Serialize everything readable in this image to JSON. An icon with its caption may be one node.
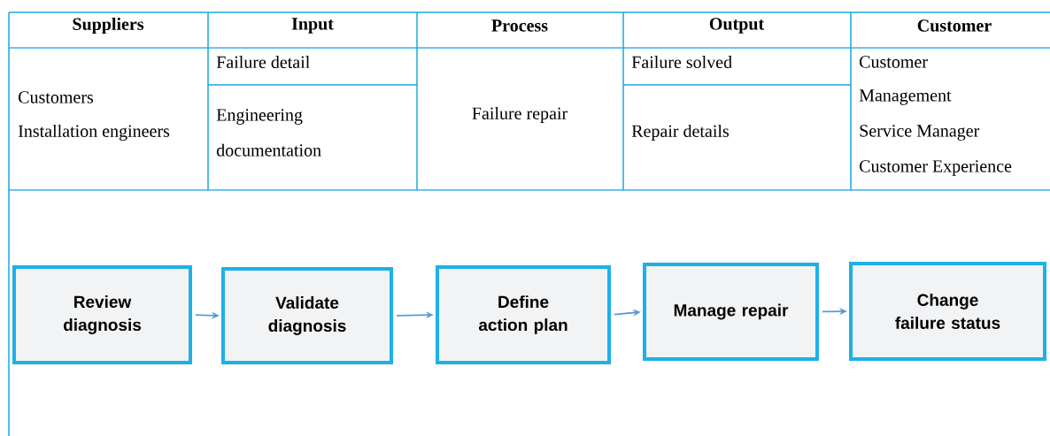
{
  "diagram": {
    "nodes": [
      {
        "text": [
          "Review diagnosis"
        ]
      },
      {
        "text": [
          "Validate diagnosis"
        ]
      },
      {
        "text": [
          "Define action plan"
        ]
      },
      {
        "text": [
          "Manage repair"
        ]
      },
      {
        "text": [
          "Change failure status"
        ]
      }
    ],
    "edges": [
      {
        "from": 0,
        "to": 1,
        "arrow": "to"
      },
      {
        "from": 1,
        "to": 2,
        "arrow": "to"
      },
      {
        "from": 2,
        "to": 3,
        "arrow": "to"
      },
      {
        "from": 3,
        "to": 4,
        "arrow": "to"
      }
    ],
    "labels": [
      "Suppliers",
      "Input",
      "Process",
      "Output",
      "Customer",
      "Customers",
      "Installation engineers",
      "Failure detail",
      "Engineering documentation",
      "Failure repair",
      "Failure solved",
      "Repair details",
      "Customer",
      "Management",
      "Service Manager",
      "Customer Experience"
    ]
  }
}
